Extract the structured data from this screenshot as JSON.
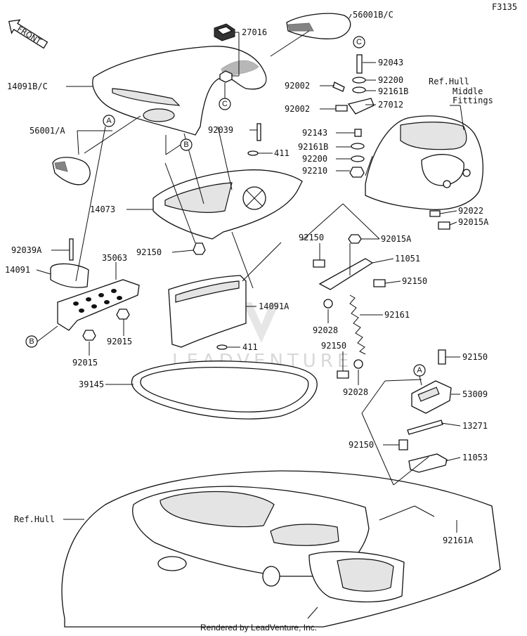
{
  "page_code": "F3135",
  "direction_label": "FRONT",
  "watermark": "LEADVENTURE",
  "footer": "Rendered by LeadVenture, Inc.",
  "callouts": {
    "a": "A",
    "b": "B",
    "c": "C"
  },
  "parts": {
    "p56001bc": "56001B/C",
    "p27016": "27016",
    "p14091bc": "14091B/C",
    "p92043": "92043",
    "p92200_top": "92200",
    "p92002_a": "92002",
    "p92161b_top": "92161B",
    "p92002_b": "92002",
    "p27012": "27012",
    "p56001a": "56001/A",
    "p92039": "92039",
    "p92143": "92143",
    "p92161b_mid": "92161B",
    "p411_top": "411",
    "p92200_mid": "92200",
    "p92210": "92210",
    "p14073": "14073",
    "p92022": "92022",
    "p92015a_r": "92015A",
    "p92150_l": "92150",
    "p92015a_c": "92015A",
    "p92039a": "92039A",
    "p35063": "35063",
    "p92150_c1": "92150",
    "p11051": "11051",
    "p14091": "14091",
    "p92150_c2": "92150",
    "p14091a": "14091A",
    "p92028_a": "92028",
    "p92161": "92161",
    "p92015_a": "92015",
    "p92015_b": "92015",
    "p411_bot": "411",
    "p92150_c3": "92150",
    "p92150_r": "92150",
    "p92028_b": "92028",
    "p39145": "39145",
    "p53009": "53009",
    "p13271": "13271",
    "p92150_c4": "92150",
    "p11053": "11053",
    "p92161a": "92161A"
  },
  "refs": {
    "ref_hull_middle_1": "Ref.Hull",
    "ref_hull_middle_2": "Middle",
    "ref_hull_middle_3": "Fittings",
    "ref_hull": "Ref.Hull"
  }
}
